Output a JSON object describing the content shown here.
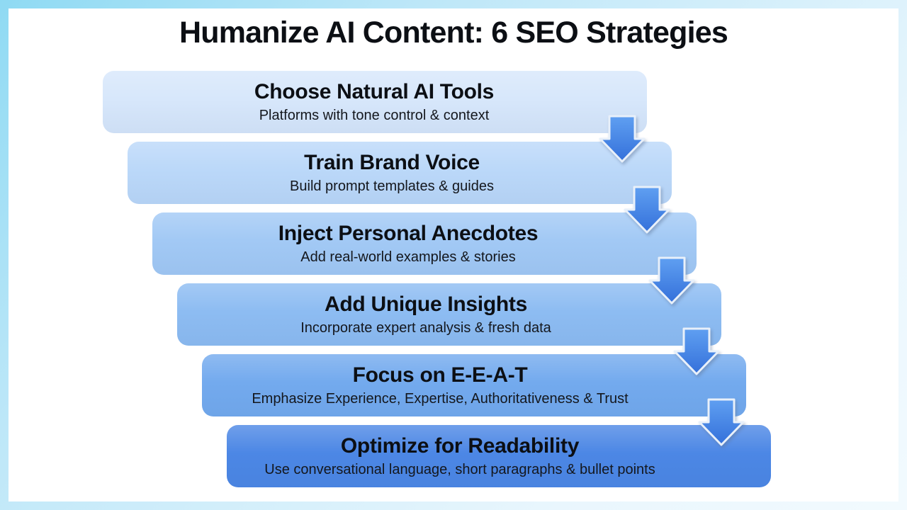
{
  "page": {
    "title": "Humanize AI Content: 6 SEO Strategies"
  },
  "steps": [
    {
      "title": "Choose Natural AI Tools",
      "subtitle": "Platforms with tone control & context",
      "color": "#d7e7fb"
    },
    {
      "title": "Train Brand Voice",
      "subtitle": "Build prompt templates & guides",
      "color": "#bbd8f9"
    },
    {
      "title": "Inject Personal Anecdotes",
      "subtitle": "Add real-world examples & stories",
      "color": "#a2c9f5"
    },
    {
      "title": "Add Unique Insights",
      "subtitle": "Incorporate expert analysis & fresh data",
      "color": "#8dbcf2"
    },
    {
      "title": "Focus on E-E-A-T",
      "subtitle": "Emphasize Experience, Expertise, Authoritativeness & Trust",
      "color": "#73aaee"
    },
    {
      "title": "Optimize for Readability",
      "subtitle": "Use conversational language, short paragraphs & bullet points",
      "color": "#4c87e5"
    }
  ],
  "arrow": {
    "fill_top": "#5f9ff1",
    "fill_bottom": "#3470da",
    "stroke": "#e8f0fa"
  },
  "frame": {
    "gradient_start": "#8fdaf3",
    "gradient_end": "#f2fafe",
    "panel_background": "#ffffff",
    "text_color": "#0c0f14"
  }
}
